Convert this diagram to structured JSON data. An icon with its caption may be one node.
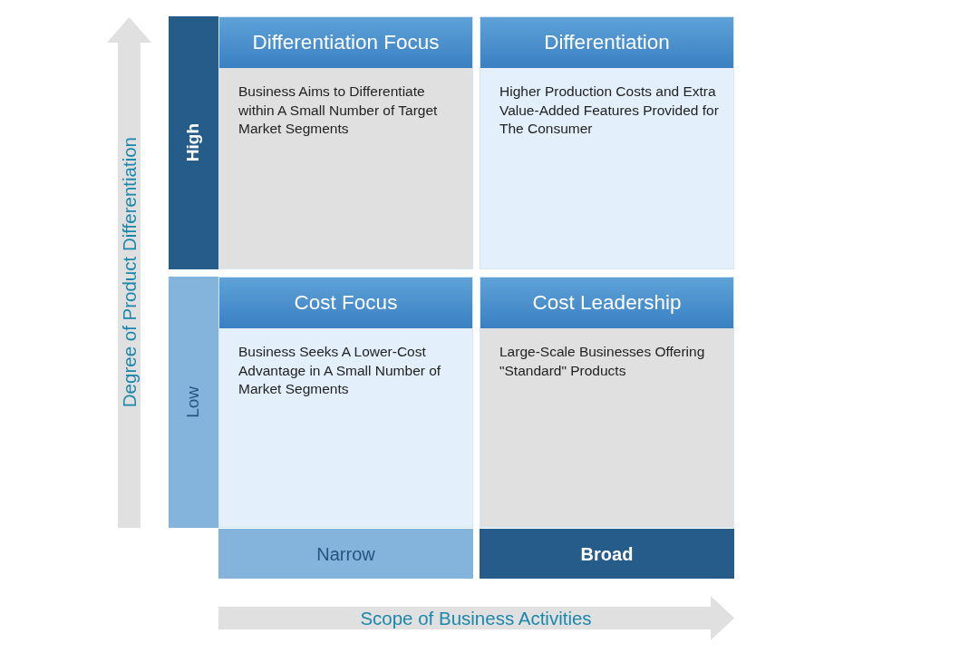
{
  "diagram": {
    "nodes": [
      {
        "text": [
          "High"
        ]
      },
      {
        "text": [
          "Differentiation Focus",
          "Business Aims to Differentiate within A Small Number of Target Market Segments"
        ]
      },
      {
        "text": [
          "Differentiation",
          "Higher Production Costs and Extra Value-Added Features Provided for The Consumer"
        ]
      },
      {
        "text": [
          "Low"
        ]
      },
      {
        "text": [
          "Cost Focus",
          "Business Seeks A Lower-Cost Advantage in A Small Number of Market Segments"
        ]
      },
      {
        "text": [
          "Cost Leadership",
          "Large-Scale Businesses Offering \"Standard\" Products"
        ]
      },
      {
        "text": [
          "Narrow"
        ]
      },
      {
        "text": [
          "Broad"
        ]
      }
    ],
    "labels": [
      "Degree of Product Differentiation",
      "Scope of Business Activities"
    ]
  }
}
